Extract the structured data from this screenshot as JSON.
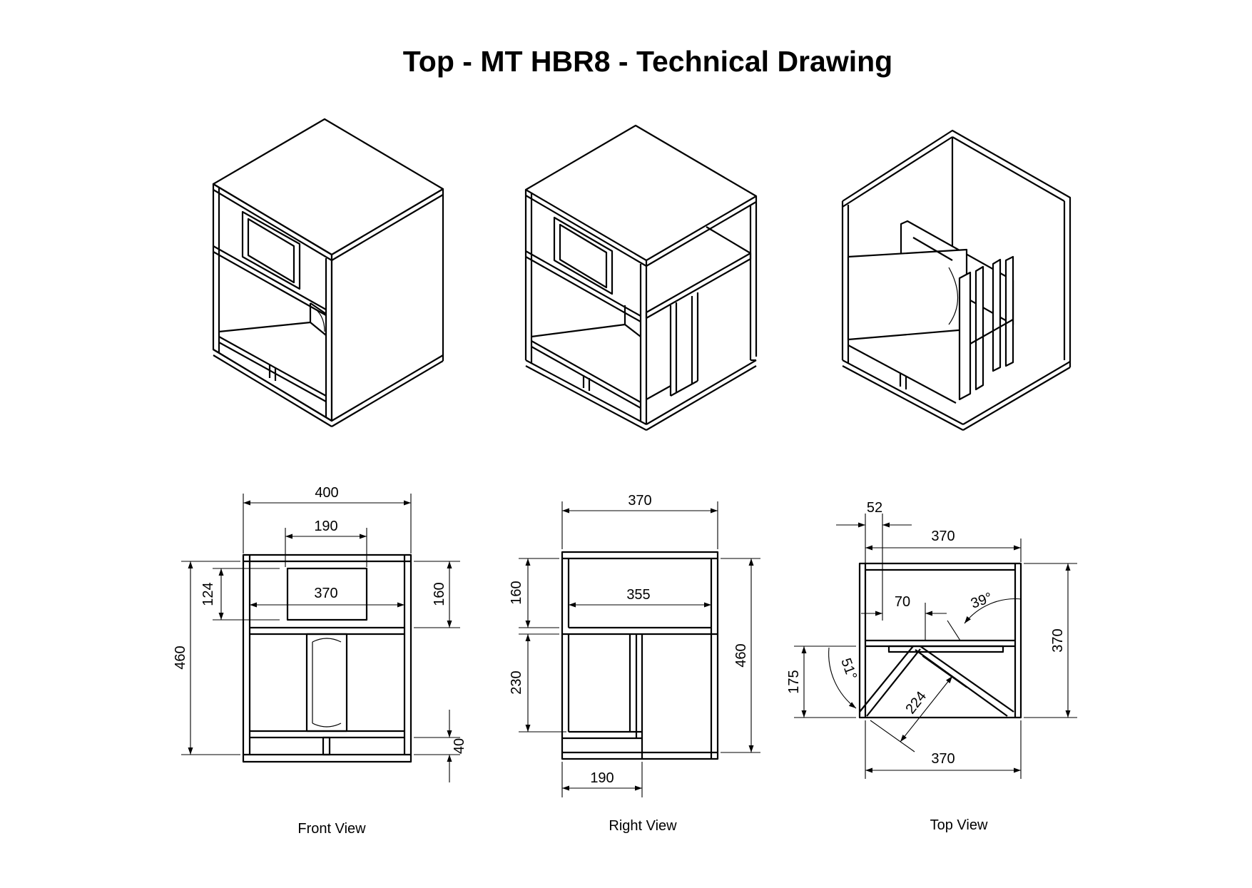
{
  "title": "Top - MT HBR8 - Technical Drawing",
  "views": {
    "front": {
      "caption": "Front View",
      "dims": {
        "width": "400",
        "port_width": "190",
        "inner_width": "370",
        "port_height": "124",
        "top_section": "160",
        "height": "460",
        "base": "40"
      }
    },
    "right": {
      "caption": "Right View",
      "dims": {
        "depth": "370",
        "inner_depth": "355",
        "top_section": "160",
        "chamber": "230",
        "height": "460",
        "base_depth": "190"
      }
    },
    "top": {
      "caption": "Top View",
      "dims": {
        "offset": "52",
        "width_top": "370",
        "gap": "70",
        "angle_right": "39°",
        "angle_left": "51°",
        "side_height": "175",
        "horn_length": "224",
        "depth": "370",
        "width_bottom": "370"
      }
    }
  }
}
